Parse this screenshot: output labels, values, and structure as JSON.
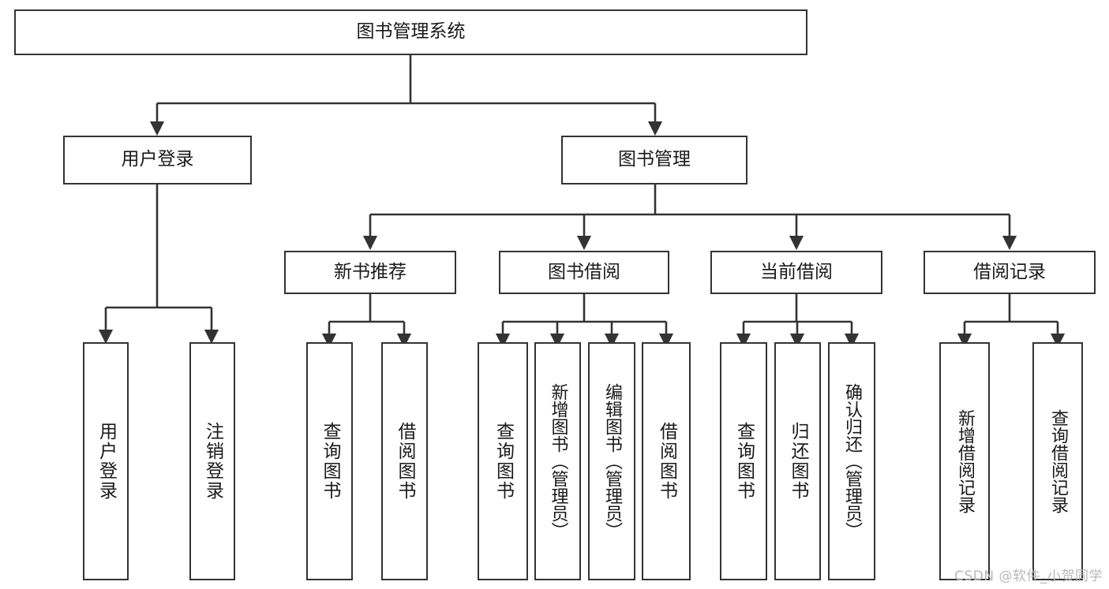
{
  "diagram": {
    "title": "图书管理系统",
    "type": "tree",
    "colors": {
      "border": "#333333",
      "fill": "#ffffff",
      "text": "#1a1a1a",
      "edge": "#333333",
      "watermark": "#b8b8b8"
    },
    "root": {
      "label": "图书管理系统"
    },
    "level2": [
      {
        "label": "用户登录"
      },
      {
        "label": "图书管理"
      }
    ],
    "level3": [
      {
        "label": "新书推荐"
      },
      {
        "label": "图书借阅"
      },
      {
        "label": "当前借阅"
      },
      {
        "label": "借阅记录"
      }
    ],
    "leaves": {
      "user_login": [
        {
          "label": "用户登录"
        },
        {
          "label": "注销登录"
        }
      ],
      "new_book": [
        {
          "label": "查询图书"
        },
        {
          "label": "借阅图书"
        }
      ],
      "book_borrow": [
        {
          "label": "查询图书"
        },
        {
          "label": "新增图书（管理员）"
        },
        {
          "label": "编辑图书（管理员）"
        },
        {
          "label": "借阅图书"
        }
      ],
      "current_borrow": [
        {
          "label": "查询图书"
        },
        {
          "label": "归还图书"
        },
        {
          "label": "确认归还（管理员）"
        }
      ],
      "borrow_record": [
        {
          "label": "新增借阅记录"
        },
        {
          "label": "查询借阅记录"
        }
      ]
    }
  },
  "watermark": {
    "text": "CSDN @软件_小贺同学"
  }
}
